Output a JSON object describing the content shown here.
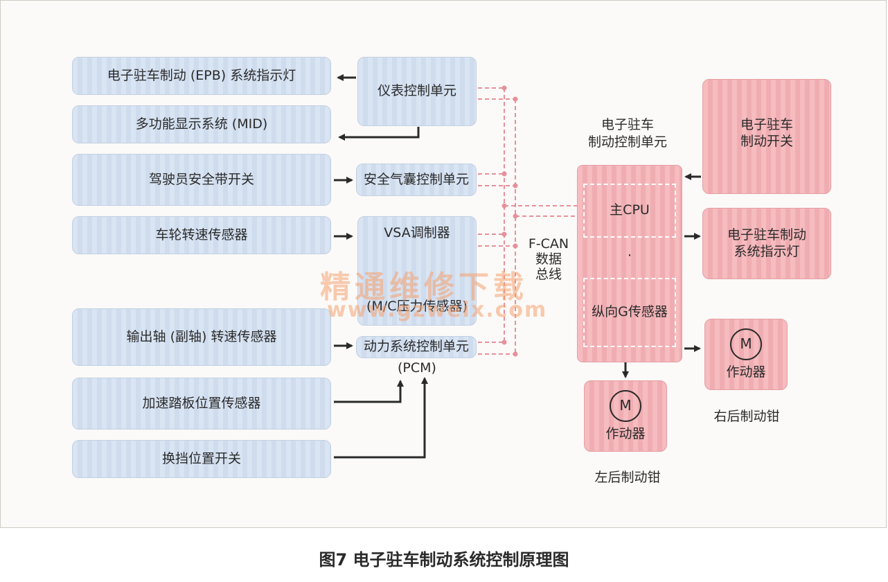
{
  "left_boxes": {
    "epb_lamp": "电子驻车制动 (EPB) 系统指示灯",
    "mid": "多功能显示系统 (MID)",
    "seatbelt": "驾驶员安全带开关",
    "wheel_speed": "车轮转速传感器",
    "output_shaft": "输出轴 (副轴) 转速传感器",
    "accel_pedal": "加速踏板位置传感器",
    "shift_switch": "换挡位置开关"
  },
  "middle_boxes": {
    "meter": "仪表控制单元",
    "airbag": "安全气囊控制单元",
    "vsa_title": "VSA调制器",
    "vsa_sub": "(M/C压力传感器)",
    "pcm_title": "动力系统控制单元",
    "pcm_sub": "(PCM)"
  },
  "bus": {
    "line1": "F-CAN",
    "line2": "数据",
    "line3": "总线"
  },
  "epb_unit": {
    "title_line1": "电子驻车",
    "title_line2": "制动控制单元",
    "cpu": "主CPU",
    "dot": "·",
    "g_sensor": "纵向G传感器"
  },
  "right_boxes": {
    "switch_line1": "电子驻车",
    "switch_line2": "制动开关",
    "lamp_line1": "电子驻车制动",
    "lamp_line2": "系统指示灯"
  },
  "actuators": {
    "motor_symbol": "M",
    "right_label": "作动器",
    "right_caption": "右后制动钳",
    "left_label": "作动器",
    "left_caption": "左后制动钳"
  },
  "watermark": {
    "cn": "精通维修下载",
    "url": "www.gzweix.com"
  },
  "caption": "图7  电子驻车制动系统控制原理图",
  "colors": {
    "blue_box": "#d9e5f3",
    "pink_box": "#f6bcbf",
    "bus_dash": "#e8909a",
    "arrow": "#2a2a2a"
  }
}
